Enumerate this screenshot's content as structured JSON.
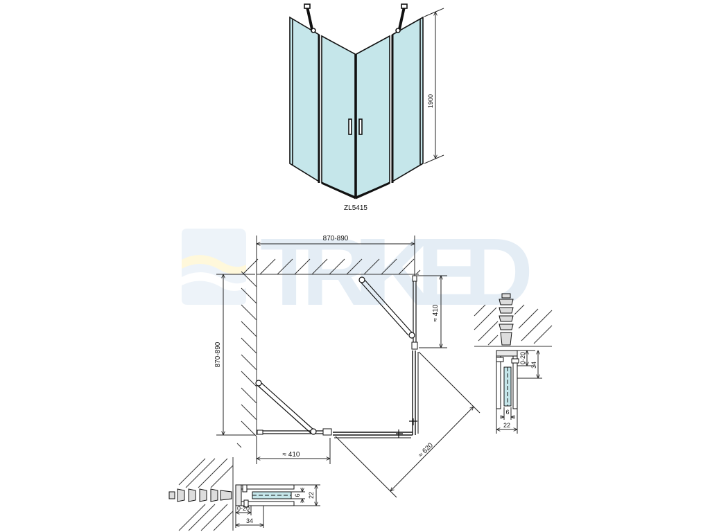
{
  "model_code": "ZL5415",
  "watermark": {
    "brand": "TRIKED",
    "color": "#dbe7f2"
  },
  "dimensions": {
    "height": "1900",
    "top_width": "870-890",
    "left_depth": "870-890",
    "right_door_offset": "≈ 410",
    "bottom_door_offset": "≈ 410",
    "door_swing": "≈ 620"
  },
  "detail_right": {
    "adjust": "0-20",
    "depth": "34",
    "glass": "6",
    "width": "22"
  },
  "detail_bottom": {
    "adjust": "0-20",
    "depth": "34",
    "glass": "6",
    "width": "22"
  },
  "colors": {
    "glass": "#c5e6ea",
    "line": "#111111",
    "dim": "#222222",
    "profile_fill": "#e9e9e9"
  }
}
